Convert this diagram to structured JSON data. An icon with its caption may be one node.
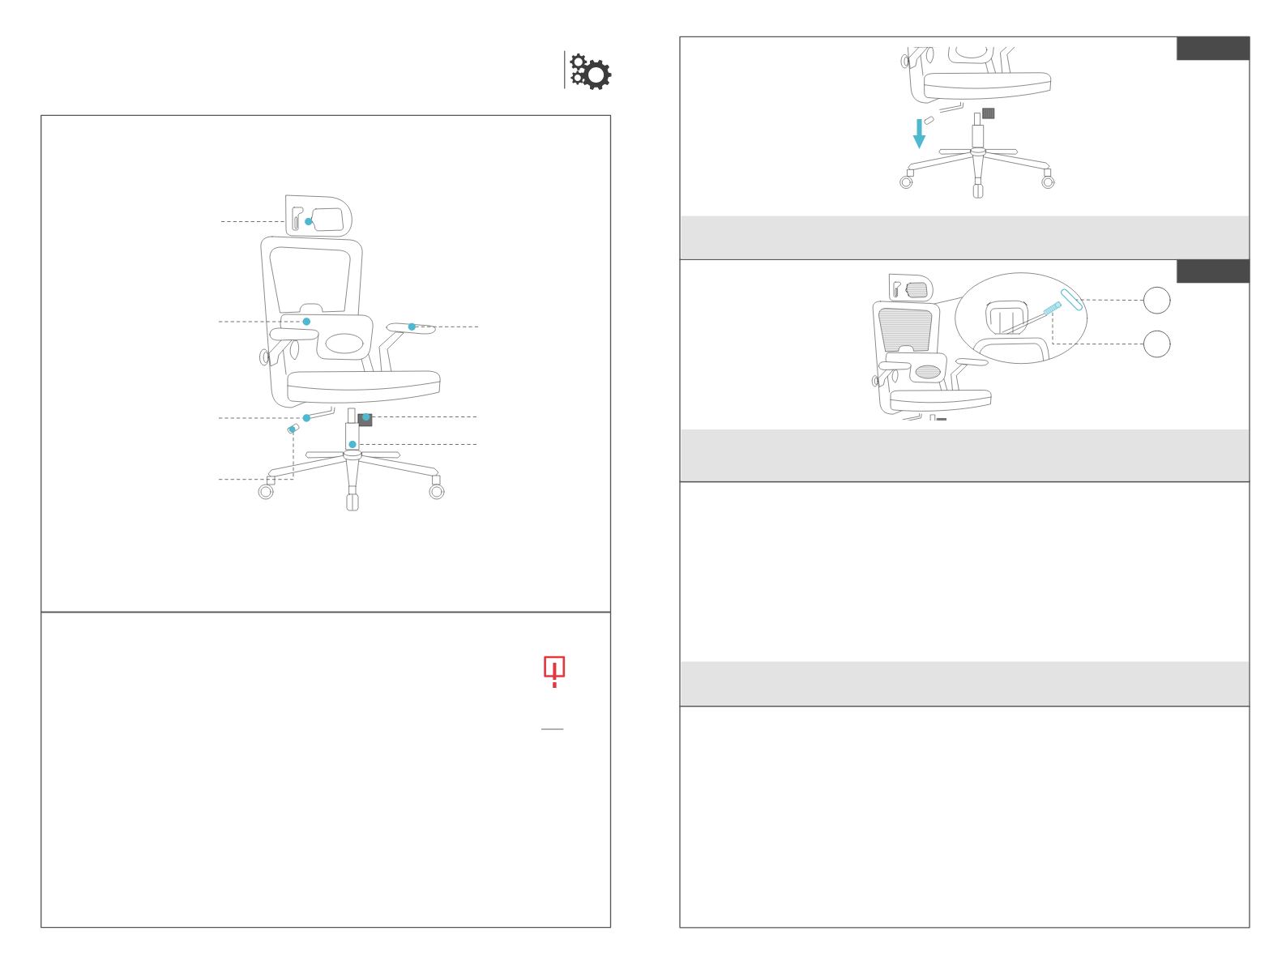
{
  "diagram": {
    "nodes": [
      {
        "text": [],
        "shape": "picture"
      },
      {
        "text": [],
        "shape": "circle"
      },
      {
        "text": [],
        "shape": "circle"
      },
      {
        "text": [],
        "shape": "picture"
      },
      {
        "text": [],
        "shape": "circle"
      },
      {
        "text": [],
        "shape": "picture"
      },
      {
        "text": [],
        "shape": "picture"
      },
      {
        "text": [],
        "shape": "box"
      },
      {
        "text": [],
        "shape": "bar"
      },
      {
        "text": [],
        "shape": "box"
      },
      {
        "text": [],
        "shape": "picture"
      },
      {
        "text": [],
        "shape": "picture"
      },
      {
        "text": [],
        "shape": "circle"
      },
      {
        "text": [],
        "shape": "circle"
      },
      {
        "text": [],
        "shape": "bar"
      },
      {
        "text": [],
        "shape": "bar"
      }
    ],
    "edges": [
      {
        "from": null,
        "to": 0,
        "arrow": "none",
        "style": "dashed"
      },
      {
        "from": null,
        "to": 1,
        "arrow": "none",
        "style": "dashed"
      },
      {
        "from": null,
        "to": 2,
        "arrow": "none",
        "style": "dashed"
      },
      {
        "from": null,
        "to": 3,
        "arrow": "none",
        "style": "dashed"
      },
      {
        "from": null,
        "to": 4,
        "arrow": "none",
        "style": "dashed"
      },
      {
        "from": null,
        "to": 5,
        "arrow": "none",
        "style": "dashed"
      },
      {
        "from": null,
        "to": 6,
        "arrow": "none",
        "style": "dashed"
      },
      {
        "from": 12,
        "to": 11,
        "arrow": "none",
        "style": "dashed"
      },
      {
        "from": 13,
        "to": 10,
        "arrow": "none",
        "style": "dashed"
      }
    ]
  }
}
